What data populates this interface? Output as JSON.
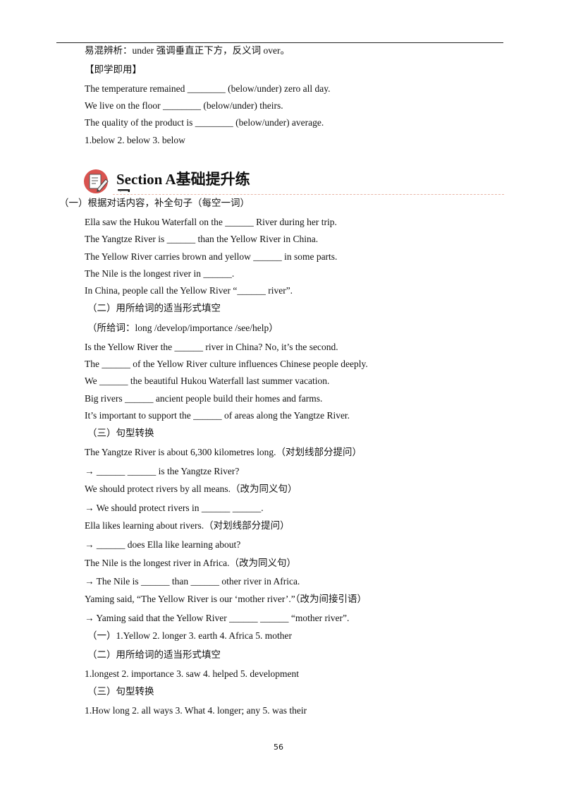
{
  "intro": {
    "note": "易混辨析：under 强调垂直正下方，反义词 over。",
    "practice_heading": "【即学即用】",
    "items": [
      "The temperature remained ________ (below/under) zero all day.",
      "We live on the floor ________ (below/under) theirs.",
      "The quality of the product is ________ (below/under) average."
    ],
    "answers": "1.below 2. below 3. below"
  },
  "section": {
    "title": "Section A基础提升练习",
    "icon": "exercise-book-icon"
  },
  "part1": {
    "heading": "（一）根据对话内容，补全句子（每空一词）",
    "items": [
      "Ella saw the Hukou Waterfall on the ______ River during her trip.",
      "The Yangtze River is ______ than the Yellow River in China.",
      "The Yellow River carries brown and yellow ______ in some parts.",
      "The Nile is the longest river in ______.",
      "In China, people call the Yellow River “______ river”."
    ]
  },
  "part2": {
    "heading": "（二）用所给词的适当形式填空",
    "words": "（所给词：long /develop/importance /see/help）",
    "items": [
      "Is the Yellow River the ______ river in China? No, it’s the second.",
      "The ______ of the Yellow River culture influences Chinese people deeply.",
      "We ______ the beautiful Hukou Waterfall last summer vacation.",
      "Big rivers ______ ancient people build their homes and farms.",
      "It’s important to support the ______ of areas along the Yangtze River."
    ]
  },
  "part3": {
    "heading": "（三）句型转换",
    "items": [
      "The Yangtze River is about 6,300 kilometres long.（对划线部分提问）",
      "→ ______ ______ is the Yangtze River?",
      "We should protect rivers by all means.（改为同义句）",
      "→ We should protect rivers in ______ ______.",
      "Ella likes learning about rivers.（对划线部分提问）",
      "→ ______ does Ella like learning about?",
      "The Nile is the longest river in Africa.（改为同义句）",
      "→ The Nile is ______ than ______ other river in Africa.",
      "Yaming said, “The Yellow River is our ‘mother river’.”（改为间接引语）",
      "→ Yaming said that the Yellow River ______ ______ “mother river”."
    ]
  },
  "answers": {
    "part1": "（一）1.Yellow 2. longer 3. earth 4. Africa 5. mother",
    "part2_heading": "（二）用所给词的适当形式填空",
    "part2": "1.longest 2. importance 3. saw 4. helped 5. development",
    "part3_heading": "（三）句型转换",
    "part3": "1.How long 2. all ways 3. What 4. longer; any 5. was their"
  },
  "page_number": "56"
}
